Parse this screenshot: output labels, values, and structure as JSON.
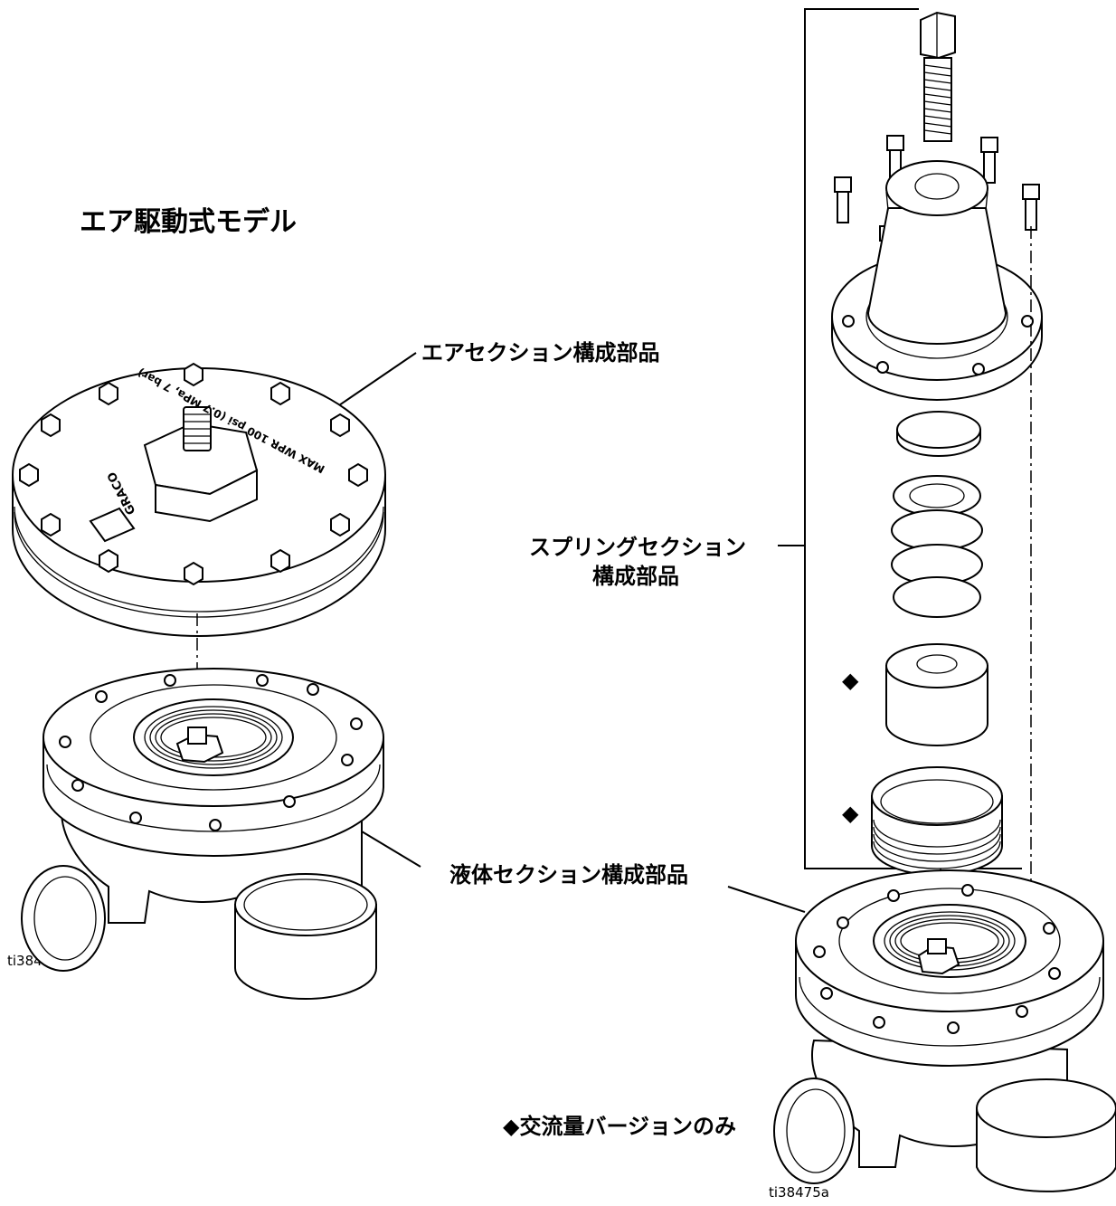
{
  "title": "エア駆動式モデル",
  "labels": {
    "air_section": "エアセクション構成部品",
    "spring_section_line1": "スプリングセクション",
    "spring_section_line2": "構成部品",
    "fluid_section": "液体セクション構成部品",
    "footnote": "◆交流量バージョンのみ",
    "marker_1": "◆",
    "marker_2": "◆"
  },
  "figure_ids": {
    "left": "ti38472a",
    "right": "ti38475a"
  },
  "cover_stamp_text": "MAX WPR 100 psi (0.7 MPa, 7 bar)",
  "brand": "GRACO"
}
